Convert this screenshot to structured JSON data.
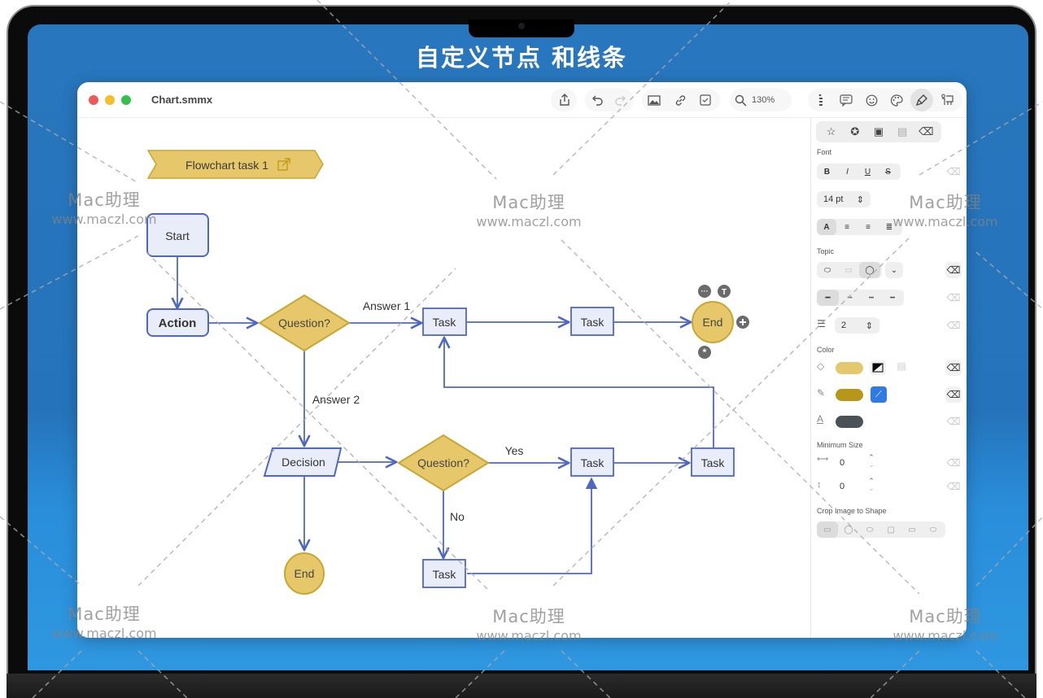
{
  "banner": {
    "headline": "自定义节点 和线条"
  },
  "window": {
    "title": "Chart.smmx"
  },
  "toolbar": {
    "share": "⇪",
    "undo": "↶",
    "redo": "↷",
    "image": "▨",
    "link": "🔗",
    "checkbox": "☑",
    "search": "⚲",
    "zoom_level": "130%",
    "outline": "⋮",
    "notes": "🗨",
    "emoji": "☺",
    "palette": "🎨",
    "format": "✎",
    "presentation": "⛿"
  },
  "inspector": {
    "tabs": [
      "☆",
      "✪",
      "▣",
      "▤",
      "⌫"
    ],
    "font": {
      "label": "Font",
      "styles": [
        "B",
        "I",
        "U",
        "S"
      ],
      "size": "14 pt",
      "align": [
        "A",
        "≡",
        "≡",
        "≣"
      ]
    },
    "topic": {
      "label": "Topic",
      "shapes": [
        "⬭",
        "▭",
        "◯",
        "⌄"
      ],
      "line_styles": [
        "━",
        "┉",
        "┅",
        "╍"
      ],
      "line_width": "2"
    },
    "color": {
      "label": "Color",
      "fill": "#e3c86e",
      "border": "#b8961a",
      "text": "#4a5258"
    },
    "min_size": {
      "label": "Minimum Size",
      "width": "0",
      "height": "0"
    },
    "crop": {
      "label": "Crop Image to Shape",
      "shapes": [
        "▭",
        "◯",
        "⬭",
        "▢",
        "▭",
        "⬭"
      ]
    }
  },
  "diagram": {
    "colors": {
      "node_fill": "#e9edf9",
      "node_stroke": "#4f67c4",
      "accent_fill": "#e6c86a",
      "accent_stroke": "#c9a631",
      "edge": "#4f67c4"
    },
    "banner_node": "Flowchart task 1",
    "nodes": {
      "start": "Start",
      "action": "Action",
      "question1": "Question?",
      "task1": "Task",
      "task2": "Task",
      "end1": "End",
      "decision": "Decision",
      "question2": "Question?",
      "task3": "Task",
      "task4": "Task",
      "task5": "Task",
      "end2": "End"
    },
    "edge_labels": {
      "answer1": "Answer 1",
      "answer2": "Answer 2",
      "yes": "Yes",
      "no": "No"
    }
  },
  "watermark": {
    "brand": "Mac助理",
    "url": "www.maczl.com"
  }
}
